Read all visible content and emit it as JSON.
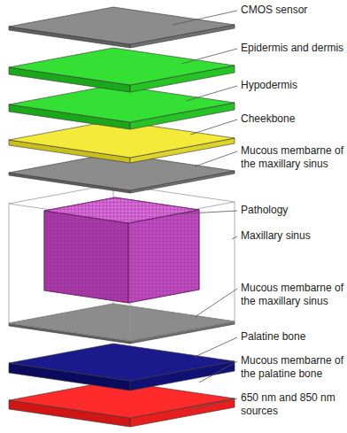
{
  "diagram": {
    "labels": [
      "CMOS sensor",
      "Epidermis and dermis",
      "Hypodermis",
      "Cheekbone",
      "Mucous membarne of the maxillary sinus",
      "Pathology",
      "Maxillary sinus",
      "Mucous membarne of the maxillary sinus",
      "Palatine bone",
      "Mucous membarne of the palatine bone",
      "650 nm and 850 nm sources"
    ]
  }
}
